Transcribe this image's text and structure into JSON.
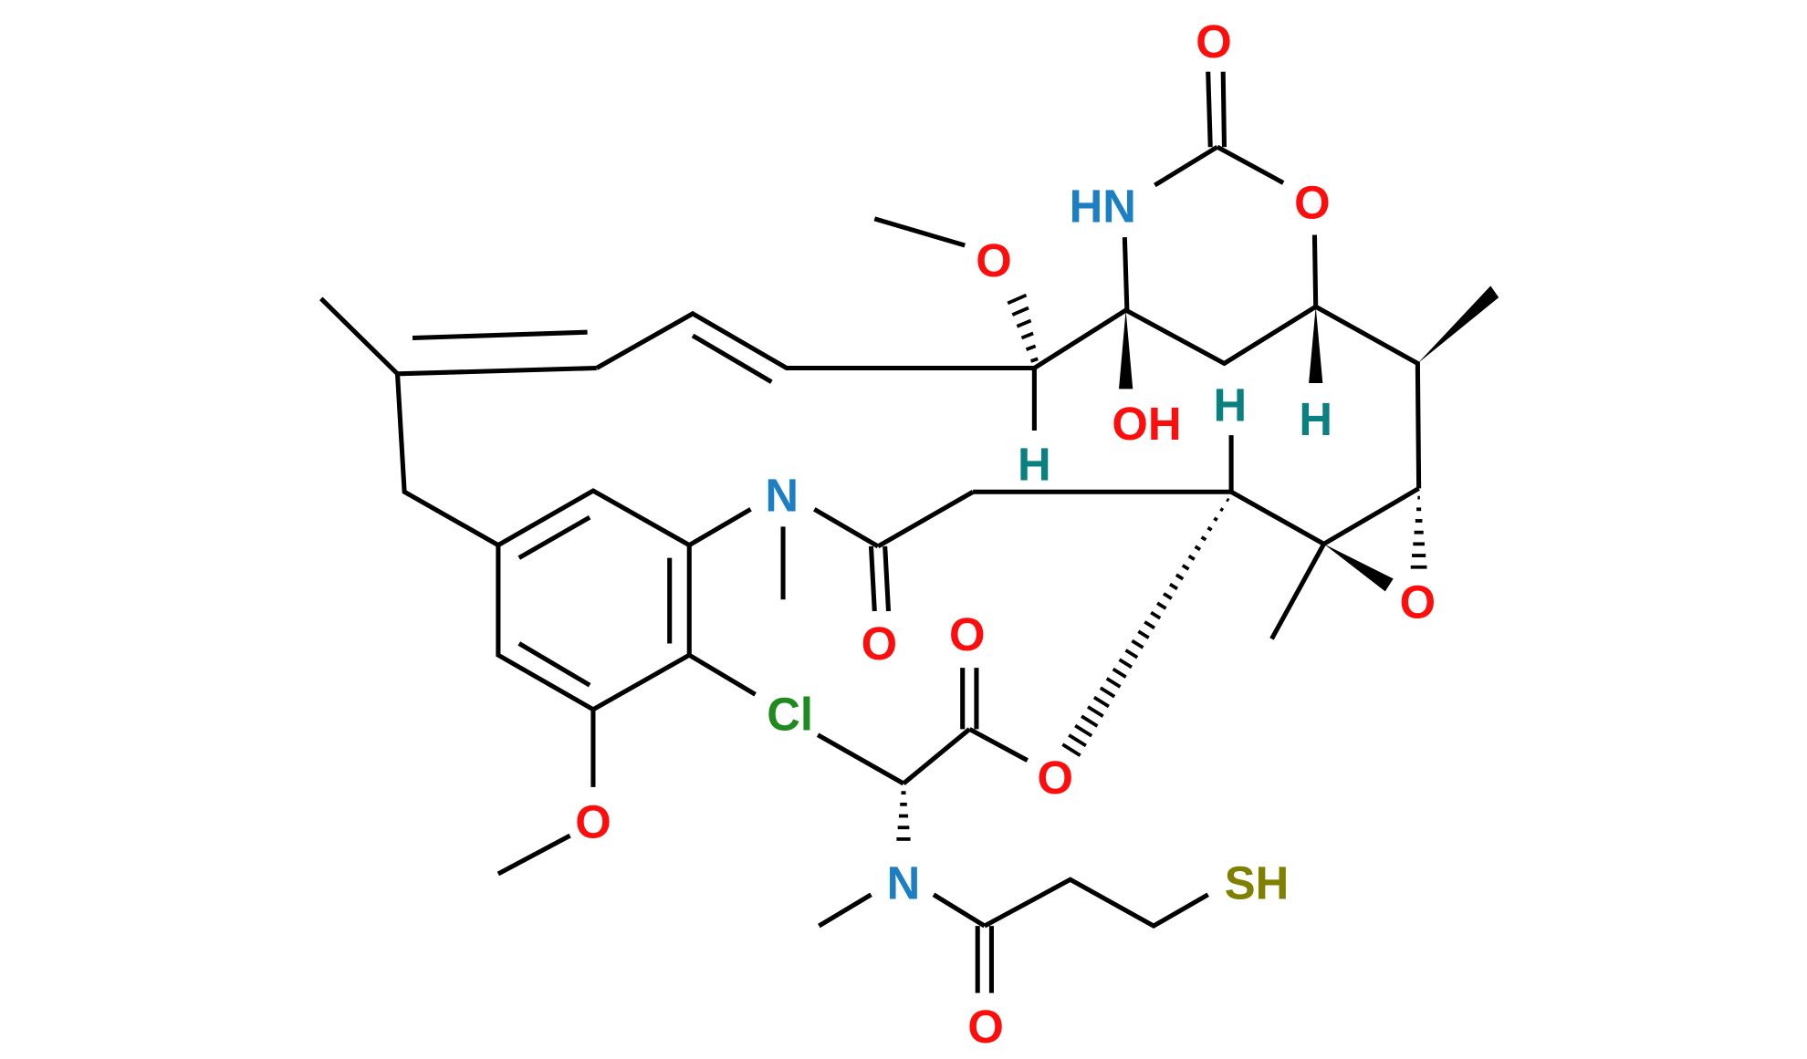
{
  "molecule": {
    "atoms": {
      "o_carbamate_carbonyl": "O",
      "hn": "HN",
      "o_carbamate_ring": "O",
      "o_methoxy_top": "O",
      "oh": "OH",
      "h_c9": "H",
      "h_c7": "H",
      "h_c10": "H",
      "n_amide_ring": "N",
      "o_amide_ring": "O",
      "o_epoxide": "O",
      "o_ester_carbonyl": "O",
      "cl": "Cl",
      "o_ester": "O",
      "o_aryl_methoxy": "O",
      "n_side": "N",
      "sh": "SH",
      "o_side_amide": "O"
    }
  },
  "colors": {
    "oxygen": "#ff0d0d",
    "nitrogen": "#1c7fc4",
    "hydrogen": "#0a8080",
    "chlorine": "#1f8a1f",
    "sulfur": "#808000"
  }
}
